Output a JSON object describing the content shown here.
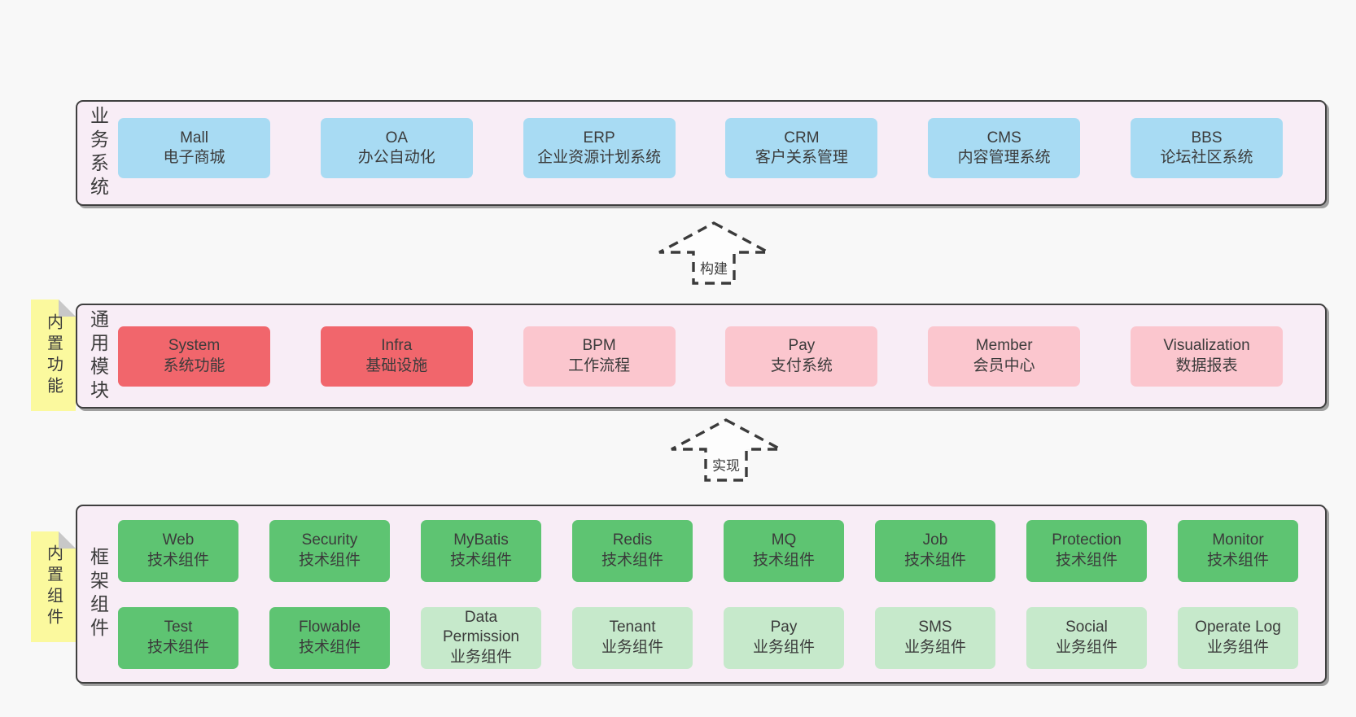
{
  "colors": {
    "blue": "#a8dbf3",
    "red": "#f1666c",
    "pink": "#fbc6ce",
    "green": "#5ec472",
    "lightgreen": "#c6e9cb",
    "band_bg": "#f8edf6",
    "tab_bg": "#fbf99e",
    "fold": "#c8c8c8",
    "border": "#3f3f3f",
    "text": "#3b3b3b",
    "page_bg": "#f8f8f8"
  },
  "arrows": [
    {
      "label": "构建"
    },
    {
      "label": "实现"
    }
  ],
  "bands": [
    {
      "label": "业务系统",
      "tab": null,
      "rows": [
        [
          {
            "name": "Mall",
            "desc": "电子商城",
            "style": "blue"
          },
          {
            "name": "OA",
            "desc": "办公自动化",
            "style": "blue"
          },
          {
            "name": "ERP",
            "desc": "企业资源计划系统",
            "style": "blue"
          },
          {
            "name": "CRM",
            "desc": "客户关系管理",
            "style": "blue"
          },
          {
            "name": "CMS",
            "desc": "内容管理系统",
            "style": "blue"
          },
          {
            "name": "BBS",
            "desc": "论坛社区系统",
            "style": "blue"
          }
        ]
      ]
    },
    {
      "label": "通用模块",
      "tab": "内置功能",
      "rows": [
        [
          {
            "name": "System",
            "desc": "系统功能",
            "style": "red"
          },
          {
            "name": "Infra",
            "desc": "基础设施",
            "style": "red"
          },
          {
            "name": "BPM",
            "desc": "工作流程",
            "style": "pink"
          },
          {
            "name": "Pay",
            "desc": "支付系统",
            "style": "pink"
          },
          {
            "name": "Member",
            "desc": "会员中心",
            "style": "pink"
          },
          {
            "name": "Visualization",
            "desc": "数据报表",
            "style": "pink"
          }
        ]
      ]
    },
    {
      "label": "框架组件",
      "tab": "内置组件",
      "rows": [
        [
          {
            "name": "Web",
            "desc": "技术组件",
            "style": "green"
          },
          {
            "name": "Security",
            "desc": "技术组件",
            "style": "green"
          },
          {
            "name": "MyBatis",
            "desc": "技术组件",
            "style": "green"
          },
          {
            "name": "Redis",
            "desc": "技术组件",
            "style": "green"
          },
          {
            "name": "MQ",
            "desc": "技术组件",
            "style": "green"
          },
          {
            "name": "Job",
            "desc": "技术组件",
            "style": "green"
          },
          {
            "name": "Protection",
            "desc": "技术组件",
            "style": "green"
          },
          {
            "name": "Monitor",
            "desc": "技术组件",
            "style": "green"
          }
        ],
        [
          {
            "name": "Test",
            "desc": "技术组件",
            "style": "green"
          },
          {
            "name": "Flowable",
            "desc": "技术组件",
            "style": "green"
          },
          {
            "name": "Data Permission",
            "desc": "业务组件",
            "style": "lightgreen"
          },
          {
            "name": "Tenant",
            "desc": "业务组件",
            "style": "lightgreen"
          },
          {
            "name": "Pay",
            "desc": "业务组件",
            "style": "lightgreen"
          },
          {
            "name": "SMS",
            "desc": "业务组件",
            "style": "lightgreen"
          },
          {
            "name": "Social",
            "desc": "业务组件",
            "style": "lightgreen"
          },
          {
            "name": "Operate Log",
            "desc": "业务组件",
            "style": "lightgreen"
          }
        ]
      ]
    }
  ]
}
